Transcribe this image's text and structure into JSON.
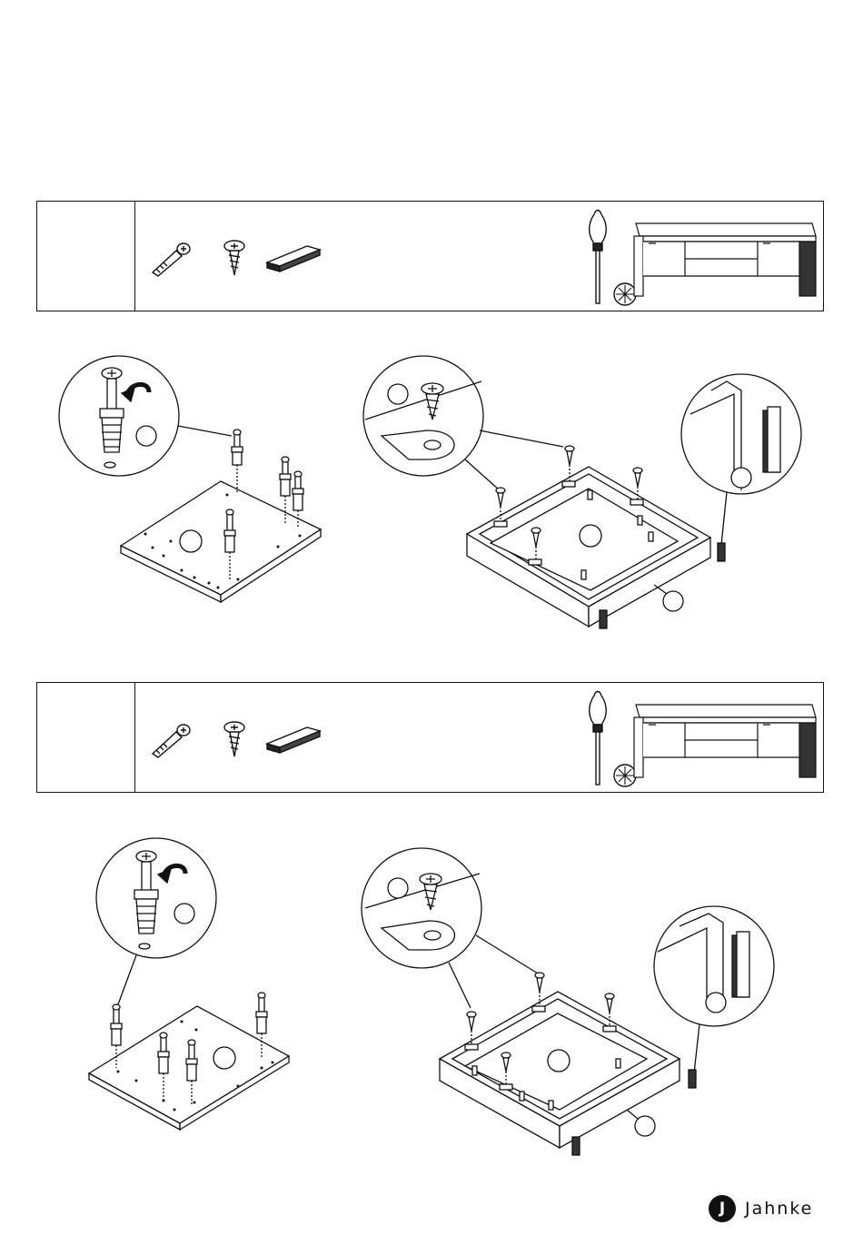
{
  "document": {
    "type": "assembly-instructions"
  },
  "steps": [
    {
      "number": "",
      "hardware": [
        "cam-dowel-icon",
        "screw-icon",
        "end-cap-icon"
      ],
      "tool": "phillips-screwdriver-icon"
    },
    {
      "number": "",
      "hardware": [
        "cam-dowel-icon",
        "screw-icon",
        "end-cap-icon"
      ],
      "tool": "phillips-screwdriver-icon"
    }
  ],
  "brand": {
    "mark": "J",
    "name": "Jahnke"
  }
}
